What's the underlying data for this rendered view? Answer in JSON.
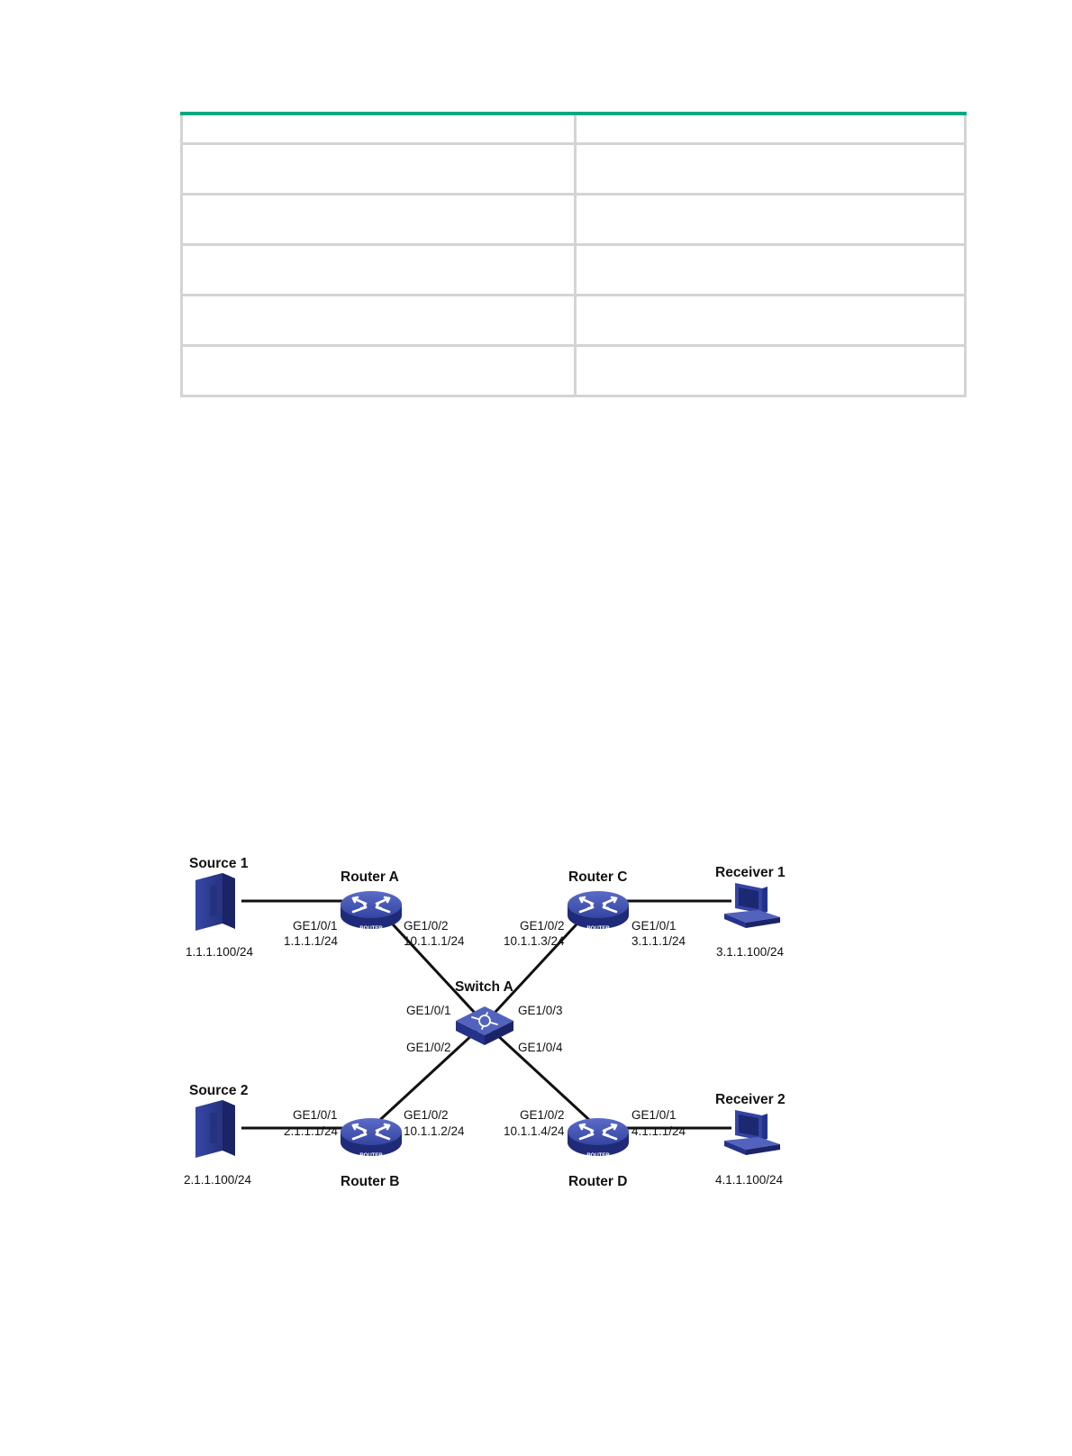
{
  "table": {
    "rows": 6,
    "columns": 2,
    "header_accent": "#01a982"
  },
  "colors": {
    "device_blue": "#2e3d96",
    "device_blue_light": "#5a6bc2",
    "link": "#111111"
  },
  "devices": {
    "source1": {
      "name": "Source 1",
      "ip": "1.1.1.100/24",
      "icon": "server-icon"
    },
    "source2": {
      "name": "Source 2",
      "ip": "2.1.1.100/24",
      "icon": "server-icon"
    },
    "receiver1": {
      "name": "Receiver 1",
      "ip": "3.1.1.100/24",
      "icon": "pc-icon"
    },
    "receiver2": {
      "name": "Receiver 2",
      "ip": "4.1.1.100/24",
      "icon": "pc-icon"
    },
    "routerA": {
      "name": "Router A",
      "icon": "router-icon",
      "badge": "ROUTER",
      "if1": {
        "port": "GE1/0/1",
        "ip": "1.1.1.1/24"
      },
      "if2": {
        "port": "GE1/0/2",
        "ip": "10.1.1.1/24"
      }
    },
    "routerB": {
      "name": "Router B",
      "icon": "router-icon",
      "badge": "ROUTER",
      "if1": {
        "port": "GE1/0/1",
        "ip": "2.1.1.1/24"
      },
      "if2": {
        "port": "GE1/0/2",
        "ip": "10.1.1.2/24"
      }
    },
    "routerC": {
      "name": "Router C",
      "icon": "router-icon",
      "badge": "ROUTER",
      "if1": {
        "port": "GE1/0/1",
        "ip": "3.1.1.1/24"
      },
      "if2": {
        "port": "GE1/0/2",
        "ip": "10.1.1.3/24"
      }
    },
    "routerD": {
      "name": "Router D",
      "icon": "router-icon",
      "badge": "ROUTER",
      "if1": {
        "port": "GE1/0/1",
        "ip": "4.1.1.1/24"
      },
      "if2": {
        "port": "GE1/0/2",
        "ip": "10.1.1.4/24"
      }
    },
    "switchA": {
      "name": "Switch A",
      "icon": "switch-icon",
      "ports": [
        "GE1/0/1",
        "GE1/0/2",
        "GE1/0/3",
        "GE1/0/4"
      ]
    }
  }
}
